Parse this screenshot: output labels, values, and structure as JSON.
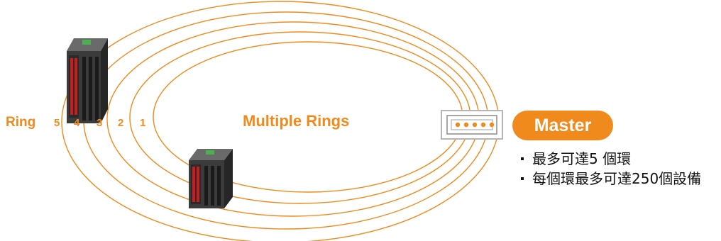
{
  "diagram": {
    "ring_label": "Ring",
    "ring_numbers": [
      "5",
      "4",
      "3",
      "2",
      "1"
    ],
    "title": "Multiple Rings",
    "master_label": "Master",
    "notes": [
      "最多可達5 個環",
      "每個環最多可達250個設備"
    ],
    "colors": {
      "ring": "#f08a1c",
      "badge": "#f08a1c",
      "switch_body": "#3b3b3b",
      "switch_ports": "#c81e1e"
    },
    "icons": [
      "industrial-switch-icon",
      "master-switch-icon"
    ]
  }
}
